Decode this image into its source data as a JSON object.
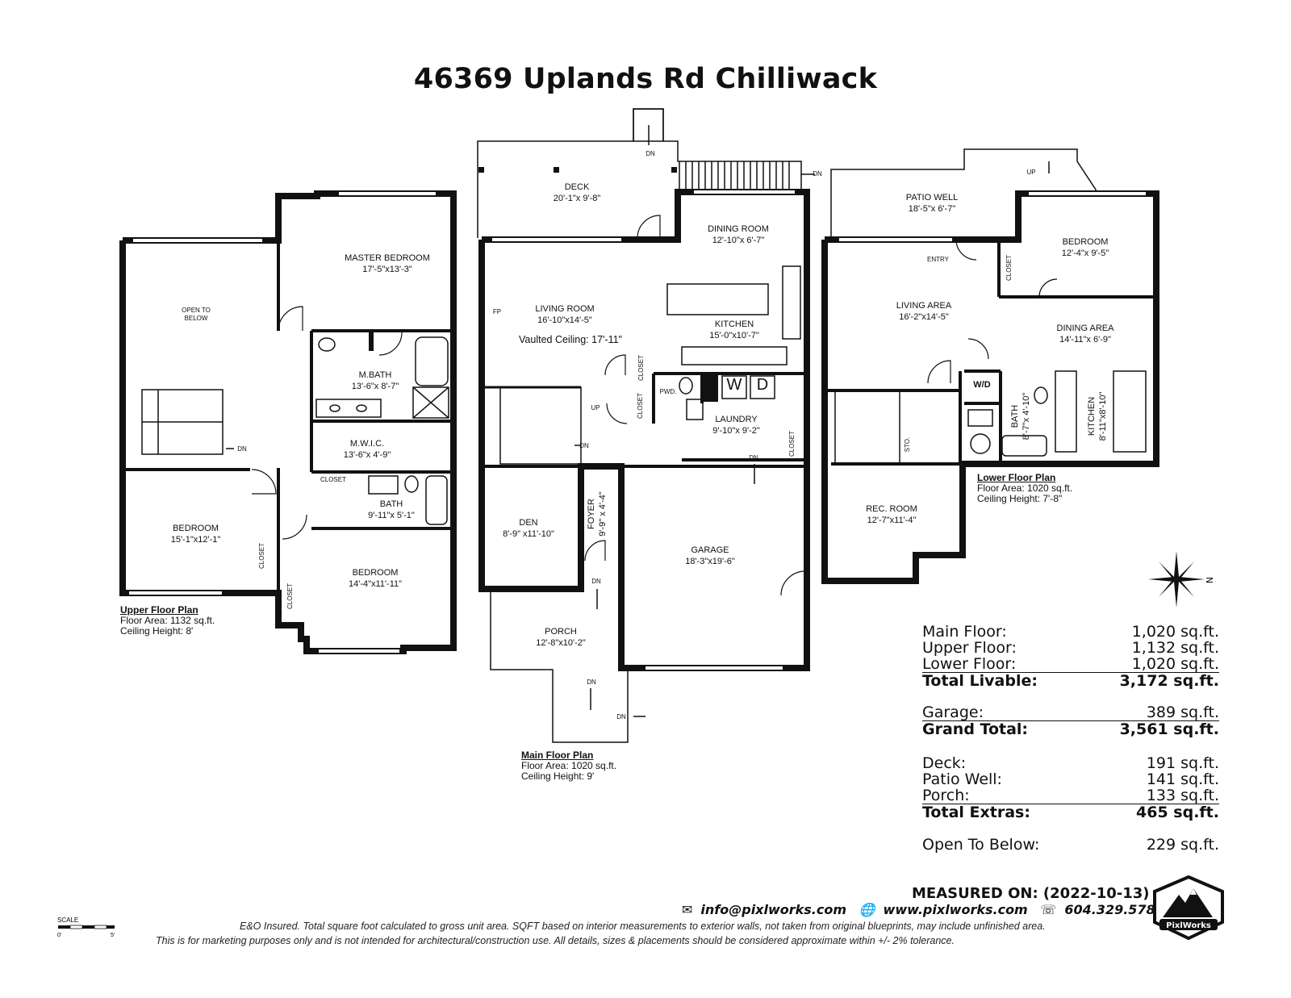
{
  "title": "46369 Uplands Rd Chilliwack",
  "upper_floor": {
    "name": "Upper Floor Plan",
    "area": "Floor Area: 1132 sq.ft.",
    "ceiling": "Ceiling Height: 8'",
    "rooms": {
      "open_to_below": "OPEN TO\nBELOW",
      "master_bedroom": "MASTER BEDROOM",
      "master_bedroom_dim": "17'-5\"x13'-3\"",
      "mbath": "M.BATH",
      "mbath_dim": "13'-6\"x 8'-7\"",
      "mwic": "M.W.I.C.",
      "mwic_dim": "13'-6\"x 4'-9\"",
      "closet_a": "CLOSET",
      "bath": "BATH",
      "bath_dim": "9'-11\"x 5'-1\"",
      "bedroom1": "BEDROOM",
      "bedroom1_dim": "15'-1\"x12'-1\"",
      "closet_b": "CLOSET",
      "closet_c": "CLOSET",
      "bedroom2": "BEDROOM",
      "bedroom2_dim": "14'-4\"x11'-11\"",
      "dn": "DN"
    }
  },
  "main_floor": {
    "name": "Main Floor Plan",
    "area": "Floor Area: 1020 sq.ft.",
    "ceiling": "Ceiling Height: 9'",
    "rooms": {
      "deck": "DECK",
      "deck_dim": "20'-1\"x 9'-8\"",
      "dining_room": "DINING ROOM",
      "dining_room_dim": "12'-10\"x 6'-7\"",
      "living_room": "LIVING ROOM",
      "living_room_dim": "16'-10\"x14'-5\"",
      "vaulted": "Vaulted Ceiling: 17'-11\"",
      "fp": "FP",
      "kitchen": "KITCHEN",
      "kitchen_dim": "15'-0\"x10'-7\"",
      "closet1": "CLOSET",
      "closet2": "CLOSET",
      "pwd": "PWD.",
      "w": "W",
      "d": "D",
      "laundry": "LAUNDRY",
      "laundry_dim": "9'-10\"x 9'-2\"",
      "closet3": "CLOSET",
      "den": "DEN",
      "den_dim": "8'-9\" x11'-10\"",
      "foyer": "FOYER",
      "foyer_dim": "9'-9\" x 4'-4\"",
      "garage": "GARAGE",
      "garage_dim": "18'-3\"x19'-6\"",
      "porch": "PORCH",
      "porch_dim": "12'-8\"x10'-2\"",
      "up": "UP",
      "dn": "DN"
    }
  },
  "lower_floor": {
    "name": "Lower Floor Plan",
    "area": "Floor Area: 1020 sq.ft.",
    "ceiling": "Ceiling Height: 7'-8\"",
    "rooms": {
      "patio_well": "PATIO WELL",
      "patio_well_dim": "18'-5\"x 6'-7\"",
      "bedroom": "BEDROOM",
      "bedroom_dim": "12'-4\"x 9'-5\"",
      "closet": "CLOSET",
      "entry": "ENTRY",
      "living_area": "LIVING AREA",
      "living_area_dim": "16'-2\"x14'-5\"",
      "dining_area": "DINING AREA",
      "dining_area_dim": "14'-11\"x 6'-9\"",
      "wd": "W/D",
      "bath": "BATH",
      "bath_dim": "8'-7\"x 4'-10\"",
      "kitchen": "KITCHEN",
      "kitchen_dim": "8'-11\"x8'-10\"",
      "sto": "STO.",
      "rec_room": "REC. ROOM",
      "rec_room_dim": "12'-7\"x11'-4\"",
      "up": "UP"
    }
  },
  "compass_label": "N",
  "totals": [
    {
      "label": "Main Floor:",
      "value": "1,020 sq.ft."
    },
    {
      "label": "Upper Floor:",
      "value": "1,132 sq.ft."
    },
    {
      "label": "Lower Floor:",
      "value": "1,020 sq.ft."
    },
    {
      "label": "Total Livable:",
      "value": "3,172 sq.ft."
    },
    {
      "label": "Garage:",
      "value": "389 sq.ft."
    },
    {
      "label": "Grand Total:",
      "value": "3,561 sq.ft."
    },
    {
      "label": "Deck:",
      "value": "191 sq.ft."
    },
    {
      "label": "Patio Well:",
      "value": "141 sq.ft."
    },
    {
      "label": "Porch:",
      "value": "133 sq.ft."
    },
    {
      "label": "Total Extras:",
      "value": "465 sq.ft."
    },
    {
      "label": "Open To Below:",
      "value": "229 sq.ft."
    }
  ],
  "measured_on": "MEASURED ON: (2022-10-13)",
  "contact": {
    "email": "info@pixlworks.com",
    "web": "www.pixlworks.com",
    "phone": "604.329.5788"
  },
  "disclaimer1": "E&O Insured.  Total square foot calculated to gross unit area. SQFT based on interior measurements to exterior walls, not taken from original blueprints, may include unfinished area.",
  "disclaimer2": "This is for marketing purposes only and is not intended for architectural/construction use.  All details, sizes & placements should be considered approximate within +/- 2%  tolerance.",
  "scale": {
    "label": "SCALE",
    "start": "0'",
    "end": "5'"
  },
  "logo_text": "PixlWorks",
  "colors": {
    "wall": "#111111",
    "text": "#111111",
    "background": "#ffffff"
  }
}
